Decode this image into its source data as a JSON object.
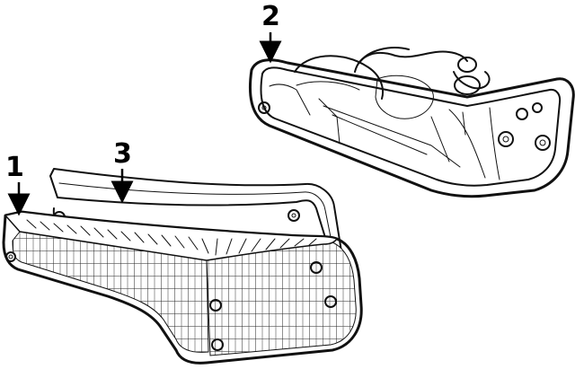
{
  "diagram": {
    "callouts": [
      {
        "id": "1",
        "label": "1",
        "part": "lens"
      },
      {
        "id": "2",
        "label": "2",
        "part": "housing"
      },
      {
        "id": "3",
        "label": "3",
        "part": "gasket"
      }
    ]
  }
}
